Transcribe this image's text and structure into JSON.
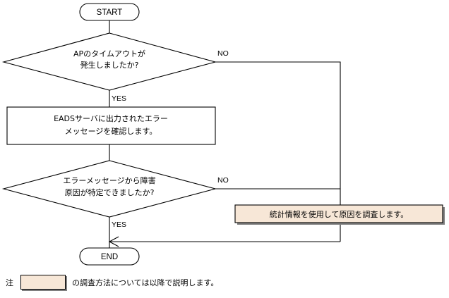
{
  "diagram": {
    "type": "flowchart",
    "title": "AP timeout troubleshooting flowchart",
    "nodes": {
      "start": {
        "label": "START",
        "shape": "terminator"
      },
      "decision1": {
        "line1": "APのタイムアウトが",
        "line2": "発生しましたか?",
        "shape": "decision"
      },
      "process1": {
        "line1": "EADSサーバに出力されたエラー",
        "line2": "メッセージを確認します。",
        "shape": "process"
      },
      "decision2": {
        "line1": "エラーメッセージから障害",
        "line2": "原因が特定できましたか?",
        "shape": "decision"
      },
      "end": {
        "label": "END",
        "shape": "terminator"
      },
      "callout": {
        "text": "統計情報を使用して原因を調査します。",
        "shape": "shadowed-box",
        "fill": "#f7e7d7",
        "shadow": "#808080"
      }
    },
    "branch_labels": {
      "decision1_no": "NO",
      "decision1_yes": "YES",
      "decision2_no": "NO",
      "decision2_yes": "YES"
    }
  },
  "note": {
    "marker": "注",
    "swatch_fill": "#f7e7d7",
    "text": "の調査方法については以降で説明します。"
  },
  "colors": {
    "line": "#000000",
    "shape_fill": "#ffffff",
    "highlight_fill": "#f7e7d7",
    "shadow": "#808080",
    "background": "#ffffff"
  }
}
